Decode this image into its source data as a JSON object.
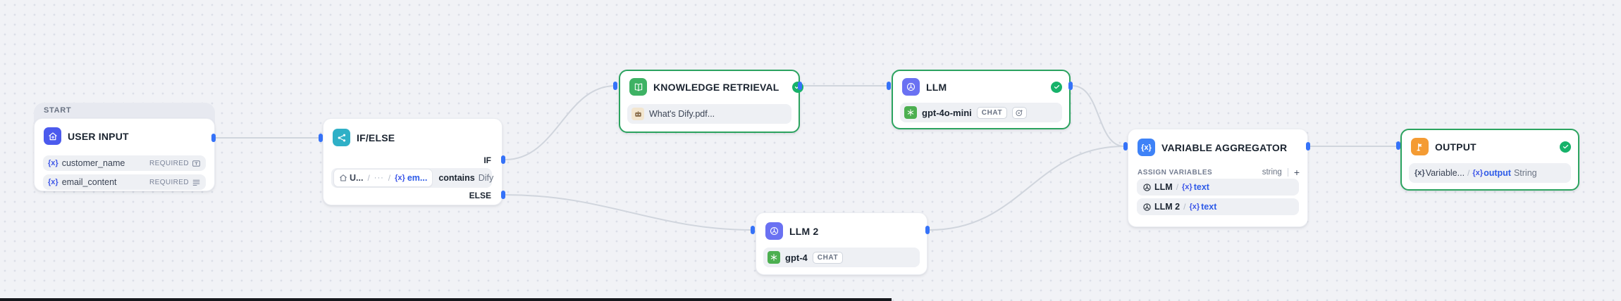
{
  "nodes": {
    "start_group": {
      "label": "START"
    },
    "user_input": {
      "title": "USER INPUT",
      "fields": [
        {
          "token": "{x}",
          "name": "customer_name",
          "requirement": "REQUIRED"
        },
        {
          "token": "{x}",
          "name": "email_content",
          "requirement": "REQUIRED"
        }
      ]
    },
    "if_else": {
      "title": "IF/ELSE",
      "branch_if": "IF",
      "branch_else": "ELSE",
      "condition": {
        "source": "U...",
        "sep1": "/",
        "ellipsis": "···",
        "sep2": "/",
        "token": "{x}",
        "variable": "em...",
        "operator": "contains",
        "value": "Dify"
      }
    },
    "knowledge_retrieval": {
      "title": "KNOWLEDGE RETRIEVAL",
      "document": "What's Dify.pdf..."
    },
    "llm": {
      "title": "LLM",
      "model": "gpt-4o-mini",
      "mode": "CHAT"
    },
    "llm_2": {
      "title": "LLM 2",
      "model": "gpt-4",
      "mode": "CHAT"
    },
    "variable_aggregator": {
      "title": "VARIABLE AGGREGATOR",
      "section": "ASSIGN VARIABLES",
      "output_type": "string",
      "add": "+",
      "variables": [
        {
          "node": "LLM",
          "sep": "/",
          "token": "{x}",
          "name": "text"
        },
        {
          "node": "LLM 2",
          "sep": "/",
          "token": "{x}",
          "name": "text"
        }
      ]
    },
    "output": {
      "title": "OUTPUT",
      "source_token": "{x}",
      "source": "Variable...",
      "sep": "/",
      "token": "{x}",
      "variable": "output",
      "value_type": "String"
    }
  },
  "colors": {
    "accent_blue": "#3572f8",
    "token_blue": "#2d5be8",
    "success_green": "#17b26a",
    "edge_gray": "#d0d5dd"
  }
}
